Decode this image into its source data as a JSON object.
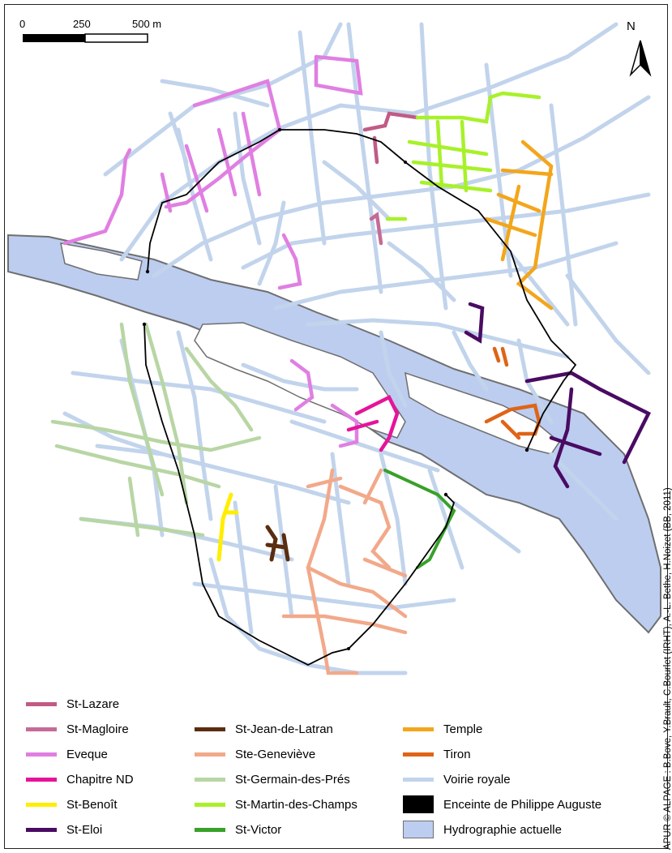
{
  "scale_bar": {
    "labels": [
      "0",
      "250",
      "500 m"
    ]
  },
  "north_label": "N",
  "credit": "APUR © ALPAGE : B.Bove, Y.Brault, C.Bourlet (IRHT), A.-L. Bethe, H.Noizet (BB, 2011)",
  "colors": {
    "road": "#c2d4ec",
    "water_fill": "#bccdf0",
    "water_stroke": "#6f6f6f",
    "wall": "#000000"
  },
  "legend": [
    {
      "label": "St-Lazare",
      "color": "#c15b86",
      "kind": "line"
    },
    {
      "label": "St-Magloire",
      "color": "#c56b97",
      "kind": "line"
    },
    {
      "label": "Eveque",
      "color": "#e07fe2",
      "kind": "line"
    },
    {
      "label": "Chapitre ND",
      "color": "#e5149a",
      "kind": "line"
    },
    {
      "label": "St-Benoît",
      "color": "#ffee00",
      "kind": "line"
    },
    {
      "label": "St-Eloi",
      "color": "#4a0b63",
      "kind": "line"
    },
    {
      "label": "St-Jean-de-Latran",
      "color": "#5a2d10",
      "kind": "line"
    },
    {
      "label": "Ste-Geneviève",
      "color": "#f2a98a",
      "kind": "line"
    },
    {
      "label": "St-Germain-des-Prés",
      "color": "#b8d6a4",
      "kind": "line"
    },
    {
      "label": "St-Martin-des-Champs",
      "color": "#a8f12a",
      "kind": "line"
    },
    {
      "label": "St-Victor",
      "color": "#38a129",
      "kind": "line"
    },
    {
      "label": "Temple",
      "color": "#f3a61c",
      "kind": "line"
    },
    {
      "label": "Tiron",
      "color": "#df6416",
      "kind": "line"
    },
    {
      "label": "Voirie royale",
      "color": "#c2d4ec",
      "kind": "line"
    },
    {
      "label": "Enceinte de Philippe Auguste",
      "color": "#000000",
      "kind": "box"
    },
    {
      "label": "Hydrographie actuelle",
      "color": "#bccdf0",
      "kind": "box"
    }
  ]
}
